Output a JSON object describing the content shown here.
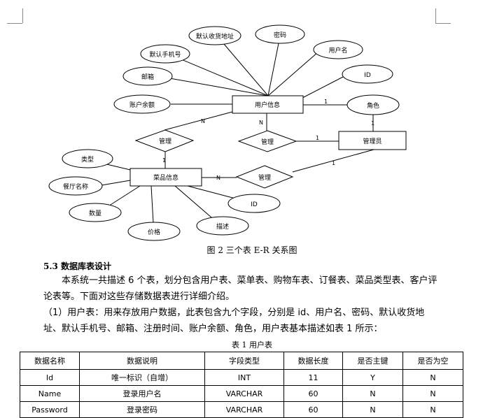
{
  "er_diagram": {
    "entities": {
      "user": "用户信息",
      "admin": "管理员",
      "dish": "菜品信息"
    },
    "relations": {
      "manage_left": "管理",
      "manage_mid": "管理",
      "manage_dish": "管理"
    },
    "user_attrs": {
      "address": "默认收货地址",
      "password": "密码",
      "phone": "默认手机号",
      "username": "用户名",
      "email": "邮箱",
      "id": "ID",
      "balance": "账户余额"
    },
    "admin_attr_role": "角色",
    "dish_attrs": {
      "type": "类型",
      "restaurant": "餐厅名称",
      "qty": "数量",
      "price": "价格",
      "desc": "描述",
      "id": "ID"
    },
    "cardinalities": {
      "user_role": "1",
      "role_admin": "1",
      "user_manage_mid": "N",
      "manage_mid_admin": "1",
      "user_left": "N",
      "left_dish": "1",
      "dish_manage": "N",
      "manage_admin": "1"
    }
  },
  "figure_caption": "图 2 三个表 E-R 关系图",
  "section_heading": "5.3 数据库表设计",
  "paragraph1": "本系统一共描述 6 个表，划分包含用户表、菜单表、购物车表、订餐表、菜品类型表、客户评论表等。下面对这些存储数据表进行详细介绍。",
  "paragraph2": "（1）用户表：用来存放用户数据，此表包含九个字段，分别是 id、用户名、密码、默认收货地址、默认手机号、邮箱、注册时间、账户余额、角色，用户表基本描述如表 1 所示：",
  "table_caption": "表 1 用户表",
  "table": {
    "headers": [
      "数据名称",
      "数据说明",
      "字段类型",
      "数据长度",
      "是否主键",
      "是否为空"
    ],
    "rows": [
      [
        "Id",
        "唯一标识（自增）",
        "INT",
        "11",
        "Y",
        "N"
      ],
      [
        "Name",
        "登录用户名",
        "VARCHAR",
        "60",
        "N",
        "N"
      ],
      [
        "Password",
        "登录密码",
        "VARCHAR",
        "60",
        "N",
        "N"
      ]
    ]
  }
}
